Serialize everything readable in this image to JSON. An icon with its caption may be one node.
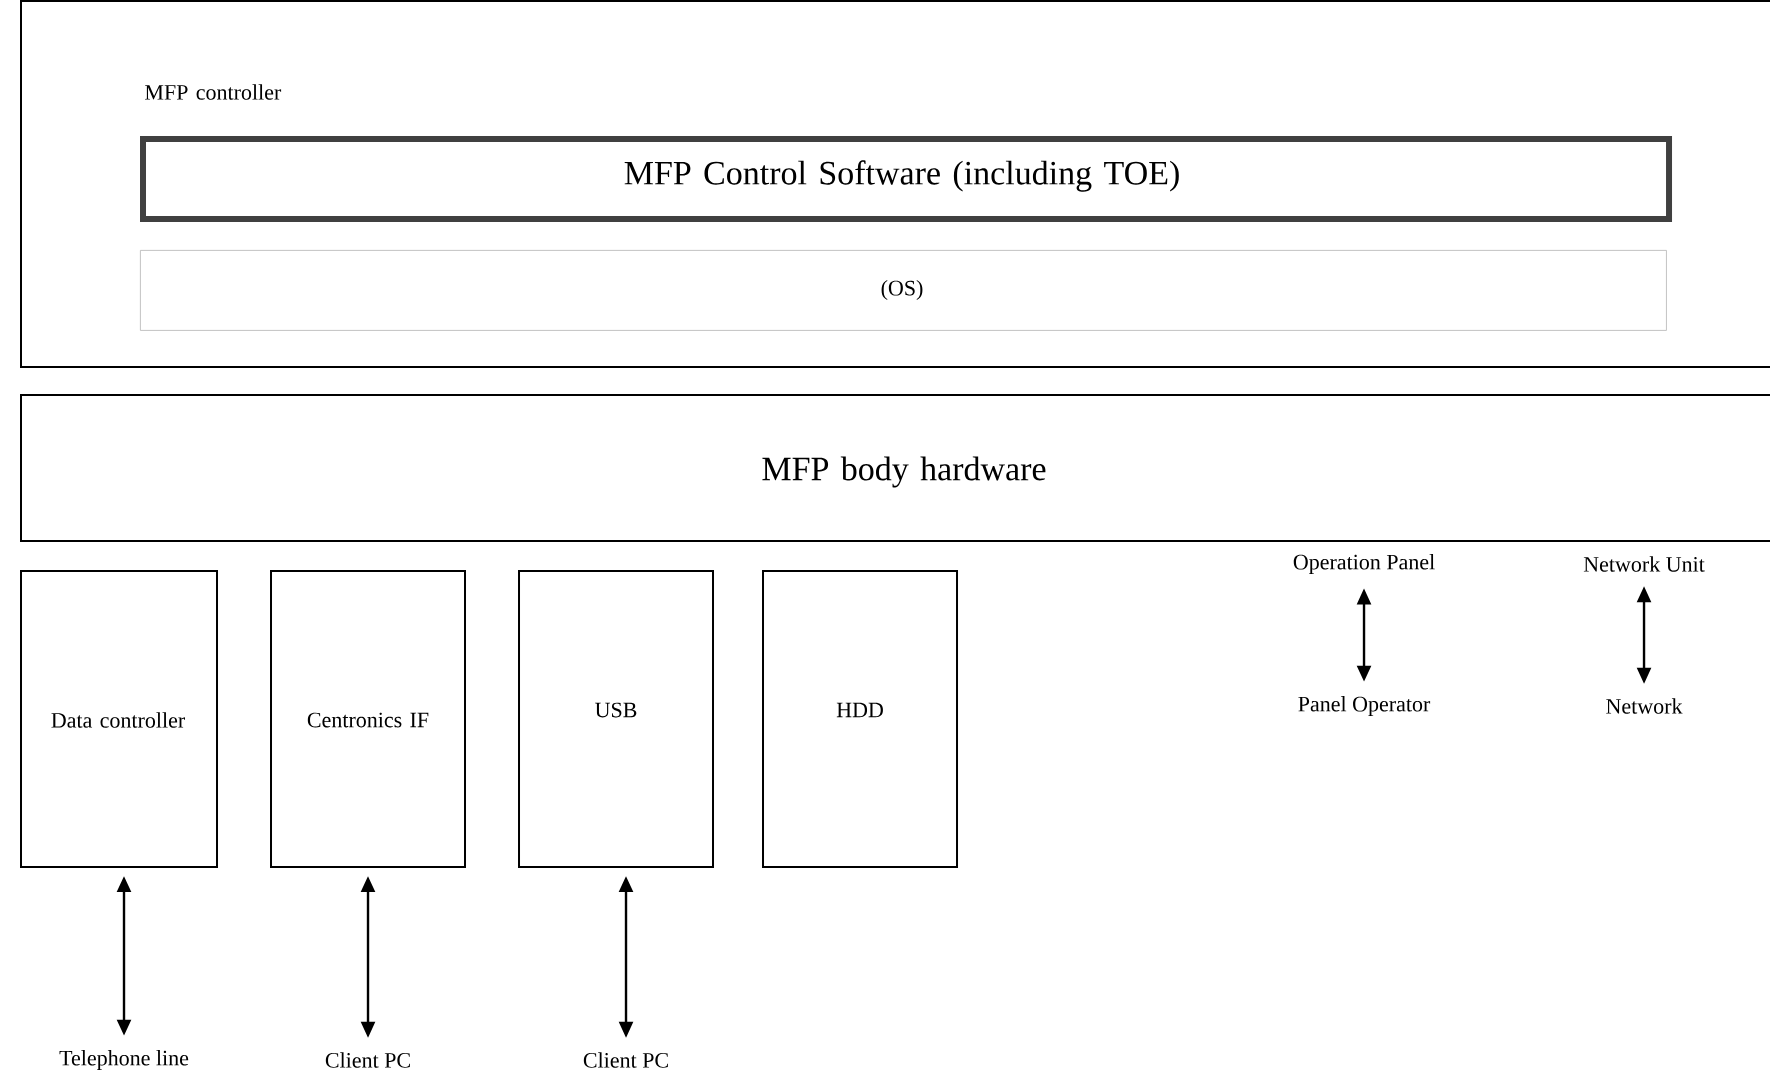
{
  "diagram": {
    "nodes": [
      {
        "text": [
          "MFP controller"
        ]
      },
      {
        "text": [
          "MFP Control Software (including TOE)"
        ],
        "in": 0
      },
      {
        "text": [
          "(OS)"
        ],
        "in": 0
      },
      {
        "text": [
          "MFP body hardware"
        ]
      },
      {
        "text": [
          "Operation Panel"
        ]
      },
      {
        "text": [
          "Network Unit"
        ]
      },
      {
        "text": [
          "Panel Operator"
        ]
      },
      {
        "text": [
          "Network"
        ]
      },
      {
        "text": [
          "Data controller"
        ]
      },
      {
        "text": [
          "Centronics IF"
        ]
      },
      {
        "text": [
          "USB"
        ]
      },
      {
        "text": [
          "HDD"
        ]
      },
      {
        "text": [
          "Telephone line"
        ]
      },
      {
        "text": [
          "Client PC"
        ]
      },
      {
        "text": [
          "Client PC"
        ]
      }
    ],
    "edges": [
      {
        "from": 4,
        "to": 6,
        "arrow": "both"
      },
      {
        "from": 5,
        "to": 7,
        "arrow": "both"
      },
      {
        "from": 8,
        "to": 12,
        "arrow": "both"
      },
      {
        "from": 9,
        "to": 13,
        "arrow": "both"
      },
      {
        "from": 10,
        "to": 14,
        "arrow": "both"
      }
    ]
  }
}
